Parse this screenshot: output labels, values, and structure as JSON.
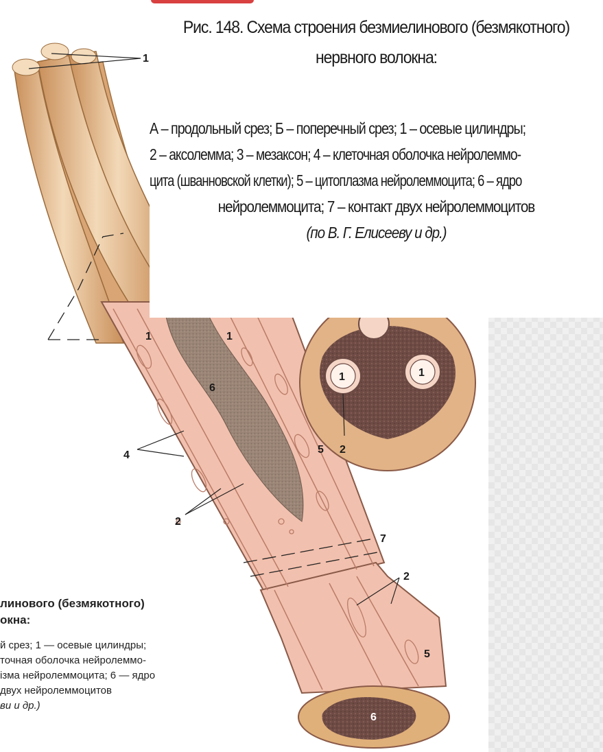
{
  "caption": {
    "title_line1": "Рис. 148. Схема строения безмиелинового (безмякотного)",
    "title_line2": "нервного волокна:",
    "body_lines": [
      "А – продольный срез; Б – поперечный срез; 1 – осевые цилиндры;",
      "2 – аксолемма; 3 – мезаксон; 4 – клеточная оболочка нейролеммо-",
      "цита (шванновской клетки); 5 – цитоплазма нейролеммоцита; 6 – ядро",
      "нейролеммоцита; 7 – контакт двух нейролеммоцитов"
    ],
    "credit": "(по В. Г. Елисееву и др.)"
  },
  "caption_fragment": {
    "title_line1": "линового (безмякотного)",
    "title_line2": "окна:",
    "body_lines": [
      "й срез; 1 — осевые цилиндры;",
      "точная оболочка нейролеммо-",
      "ізма нейролеммоцита; 6 — ядро",
      "двух нейролеммоцитов"
    ],
    "credit": "ви и др.)"
  },
  "labels": {
    "axial_cylinders": "1",
    "axolemma": "2",
    "cytoplasm": "5",
    "nucleus": "6",
    "membrane": "4",
    "contact": "7"
  },
  "colors": {
    "fiber_surface": "#e7c39a",
    "fiber_cut": "#f2c0ae",
    "nucleus": "#8f7a6c",
    "cross_section_dark": "#6b4a44",
    "accent_bar": "#d94040"
  }
}
